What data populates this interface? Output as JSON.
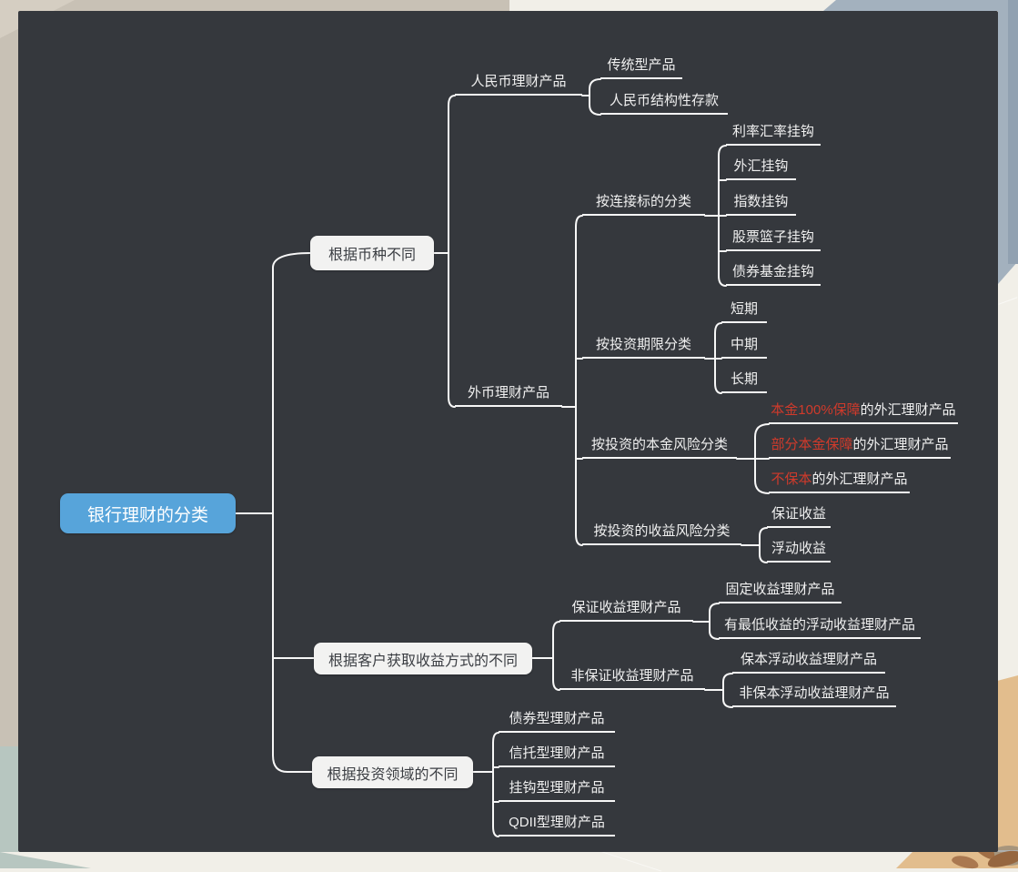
{
  "app": {
    "type": "mindmap",
    "topic": "bank wealth management classification"
  },
  "colors": {
    "canvas_bg": "#35383d",
    "connector": "#f7f7f7",
    "root_bg": "#57a4da",
    "root_text": "#ffffff",
    "branch_box_bg": "#f2f2f1",
    "branch_box_text": "#3b3e43",
    "node_text": "#f0f0f0",
    "highlight_red": "#d03a2b"
  },
  "root": {
    "label": "银行理财的分类"
  },
  "branches": [
    {
      "label": "根据币种不同",
      "children": [
        {
          "label": "人民币理财产品",
          "children": [
            {
              "label": "传统型产品"
            },
            {
              "label": "人民币结构性存款"
            }
          ]
        },
        {
          "label": "外币理财产品",
          "children": [
            {
              "label": "按连接标的分类",
              "children": [
                {
                  "label": "利率汇率挂钩"
                },
                {
                  "label": "外汇挂钩"
                },
                {
                  "label": "指数挂钩"
                },
                {
                  "label": "股票篮子挂钩"
                },
                {
                  "label": "债券基金挂钩"
                }
              ]
            },
            {
              "label": "按投资期限分类",
              "children": [
                {
                  "label": "短期"
                },
                {
                  "label": "中期"
                },
                {
                  "label": "长期"
                }
              ]
            },
            {
              "label": "按投资的本金风险分类",
              "children": [
                {
                  "label_red": "本金100%保障",
                  "label_rest": "的外汇理财产品"
                },
                {
                  "label_red": "部分本金保障",
                  "label_rest": "的外汇理财产品"
                },
                {
                  "label_red": "不保本",
                  "label_rest": "的外汇理财产品"
                }
              ]
            },
            {
              "label": "按投资的收益风险分类",
              "children": [
                {
                  "label": "保证收益"
                },
                {
                  "label": "浮动收益"
                }
              ]
            }
          ]
        }
      ]
    },
    {
      "label": "根据客户获取收益方式的不同",
      "children": [
        {
          "label": "保证收益理财产品",
          "children": [
            {
              "label": "固定收益理财产品"
            },
            {
              "label": "有最低收益的浮动收益理财产品"
            }
          ]
        },
        {
          "label": "非保证收益理财产品",
          "children": [
            {
              "label": "保本浮动收益理财产品"
            },
            {
              "label": "非保本浮动收益理财产品"
            }
          ]
        }
      ]
    },
    {
      "label": "根据投资领域的不同",
      "children": [
        {
          "label": "债券型理财产品"
        },
        {
          "label": "信托型理财产品"
        },
        {
          "label": "挂钩型理财产品"
        },
        {
          "label": "QDII型理财产品"
        }
      ]
    }
  ]
}
